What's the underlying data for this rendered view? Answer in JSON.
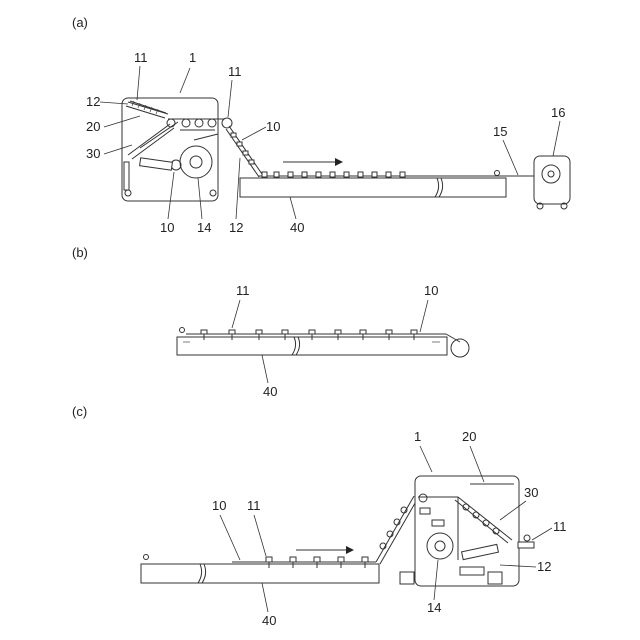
{
  "panels": {
    "a": {
      "label": "(a)",
      "refs": [
        "11",
        "1",
        "11",
        "12",
        "20",
        "10",
        "30",
        "15",
        "16",
        "10",
        "14",
        "12",
        "40"
      ]
    },
    "b": {
      "label": "(b)",
      "refs": [
        "11",
        "10",
        "40"
      ]
    },
    "c": {
      "label": "(c)",
      "refs": [
        "1",
        "20",
        "30",
        "10",
        "11",
        "11",
        "12",
        "14",
        "40"
      ]
    }
  }
}
